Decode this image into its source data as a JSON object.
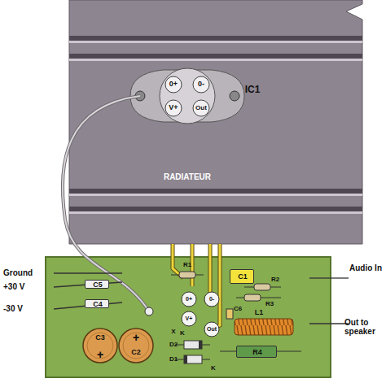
{
  "diagram": {
    "nodes": [
      {
        "text": [
          "IC1",
          "0+",
          "0-",
          "V+",
          "Out"
        ]
      },
      {
        "text": [
          "C5"
        ]
      },
      {
        "text": [
          "C4"
        ]
      },
      {
        "text": [
          "C3",
          "+"
        ]
      },
      {
        "text": [
          "C2",
          "+"
        ]
      },
      {
        "text": [
          "C1"
        ]
      },
      {
        "text": [
          "R4"
        ]
      }
    ],
    "labels": [
      "RADIATEUR",
      "Ground",
      "+30 V",
      "-30 V",
      "Audio In",
      "Out to speaker",
      "R1",
      "R2",
      "R3",
      "C6",
      "L1",
      "D2",
      "D1",
      "0+",
      "0-",
      "V+",
      "Out",
      "X",
      "K",
      "K"
    ]
  }
}
